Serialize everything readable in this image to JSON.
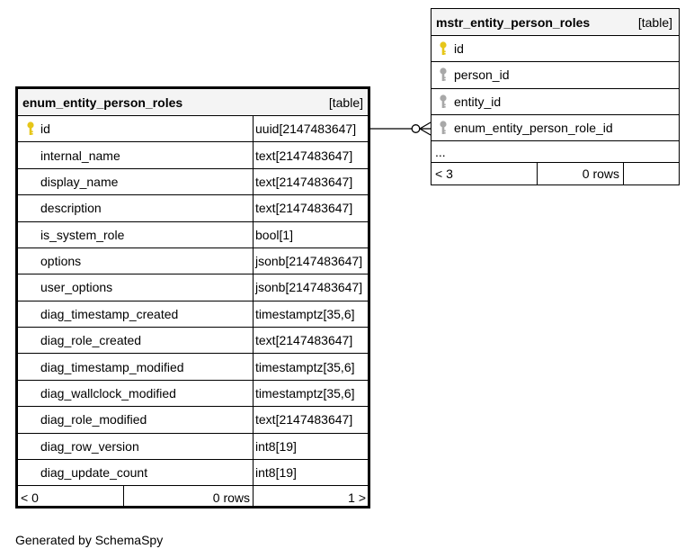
{
  "main_table": {
    "name": "enum_entity_person_roles",
    "kind": "[table]",
    "columns": [
      {
        "name": "id",
        "type": "uuid[2147483647]",
        "key": "primary"
      },
      {
        "name": "internal_name",
        "type": "text[2147483647]"
      },
      {
        "name": "display_name",
        "type": "text[2147483647]"
      },
      {
        "name": "description",
        "type": "text[2147483647]"
      },
      {
        "name": "is_system_role",
        "type": "bool[1]"
      },
      {
        "name": "options",
        "type": "jsonb[2147483647]"
      },
      {
        "name": "user_options",
        "type": "jsonb[2147483647]"
      },
      {
        "name": "diag_timestamp_created",
        "type": "timestamptz[35,6]"
      },
      {
        "name": "diag_role_created",
        "type": "text[2147483647]"
      },
      {
        "name": "diag_timestamp_modified",
        "type": "timestamptz[35,6]"
      },
      {
        "name": "diag_wallclock_modified",
        "type": "timestamptz[35,6]"
      },
      {
        "name": "diag_role_modified",
        "type": "text[2147483647]"
      },
      {
        "name": "diag_row_version",
        "type": "int8[19]"
      },
      {
        "name": "diag_update_count",
        "type": "int8[19]"
      }
    ],
    "footer": {
      "parents": "< 0",
      "rows": "0 rows",
      "children": "1 >"
    }
  },
  "mstr_table": {
    "name": "mstr_entity_person_roles",
    "kind": "[table]",
    "columns": [
      {
        "name": "id",
        "key": "primary"
      },
      {
        "name": "person_id",
        "key": "foreign"
      },
      {
        "name": "entity_id",
        "key": "foreign"
      },
      {
        "name": "enum_entity_person_role_id",
        "key": "foreign"
      }
    ],
    "more": "...",
    "footer": {
      "parents": "< 3",
      "rows": "0 rows",
      "children": ""
    }
  },
  "generated_by": "Generated by SchemaSpy",
  "colors": {
    "primary_key": "#e6c619",
    "foreign_key": "#a8a8a8",
    "header_bg": "#f4f4f4"
  }
}
